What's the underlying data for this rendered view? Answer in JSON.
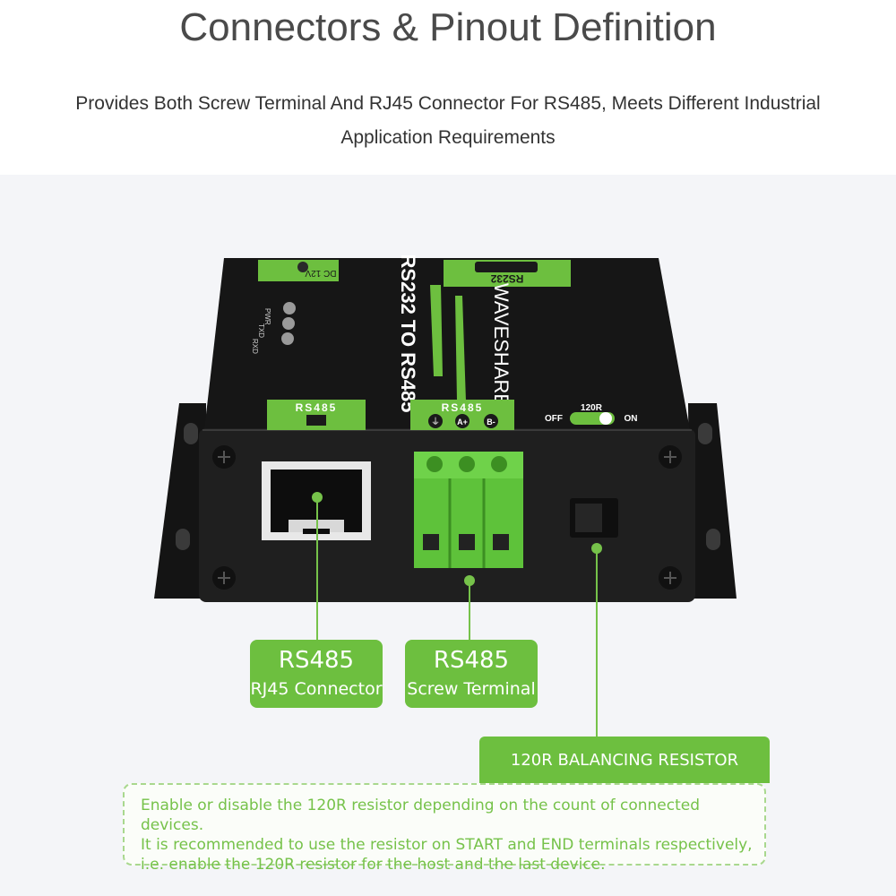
{
  "header": {
    "title": "Connectors & Pinout Definition",
    "subtitle_line1": "Provides Both Screw Terminal And RJ45 Connector For RS485, Meets Different Industrial",
    "subtitle_line2": "Application Requirements"
  },
  "device": {
    "brand": "WAVESHARE",
    "model": "RS232 TO RS485",
    "dc_label": "DC 12V",
    "rs232_label": "RS232",
    "led_labels": [
      "PWR",
      "TXD",
      "RXD"
    ],
    "rs485_rj45_label": "RS485",
    "rs485_terminal_label": "RS485",
    "terminal_pins": [
      "⏚",
      "A+",
      "B-"
    ],
    "switch_label": "120R",
    "switch_off": "OFF",
    "switch_on": "ON"
  },
  "callouts": {
    "rj45": {
      "title": "RS485",
      "subtitle": "RJ45 Connector"
    },
    "terminal": {
      "title": "RS485",
      "subtitle": "Screw Terminal"
    },
    "switch_title": "120R BALANCING RESISTOR SWITCH",
    "note_lines": [
      "Enable or disable the 120R resistor depending on the count of connected devices.",
      "It is recommended to use the resistor on START and END terminals respectively,",
      "i.e. enable the 120R resistor for the host and the last device."
    ]
  },
  "colors": {
    "accent_green": "#6dbf3f",
    "terminal_green": "#5ec23a",
    "device_black": "#1c1c1c"
  }
}
